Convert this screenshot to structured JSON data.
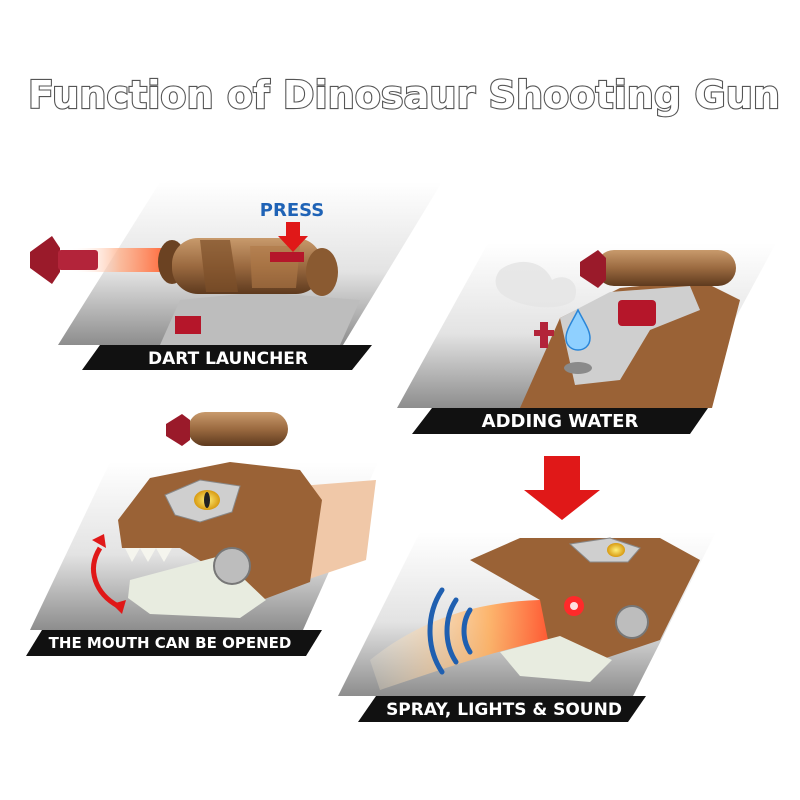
{
  "title": "Function of Dinosaur Shooting Gun",
  "panels": {
    "dart": {
      "label": "DART LAUNCHER",
      "press": "PRESS"
    },
    "water": {
      "label": "ADDING WATER"
    },
    "mouth": {
      "label": "THE MOUTH CAN BE OPENED"
    },
    "spray": {
      "label": "SPRAY, LIGHTS & SOUND"
    }
  },
  "colors": {
    "press_blue": "#1f63b6",
    "arrow_red": "#e01818",
    "dart_red": "#9a1a2a",
    "dino_brown": "#9a6236",
    "label_black": "#111111",
    "sound_blue": "#1f5fb0"
  },
  "icons": [
    "press-arrow-icon",
    "down-arrow-icon",
    "curved-double-arrow-icon",
    "sound-wave-icon",
    "water-drop-icon"
  ]
}
